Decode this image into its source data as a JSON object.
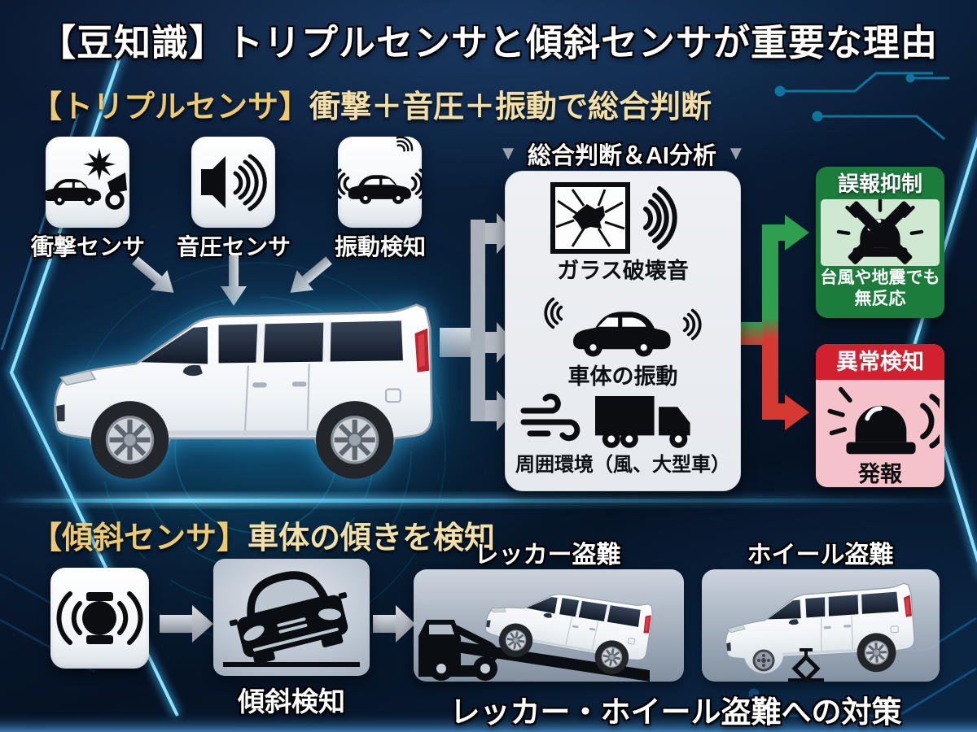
{
  "title": "【豆知識】トリプルセンサと傾斜センサが重要な理由",
  "triangle_glyph": "▼",
  "triple_sensor": {
    "heading_bracket": "【トリプルセンサ】",
    "heading_rest": "衝撃＋音圧＋振動で総合判断",
    "sensors": [
      {
        "label": "衝撃センサ",
        "icon": "car-crash-icon"
      },
      {
        "label": "音圧センサ",
        "icon": "speaker-sound-icon"
      },
      {
        "label": "振動検知",
        "icon": "car-vibration-icon"
      }
    ],
    "analysis": {
      "header": "総合判断＆AI分析",
      "items": [
        {
          "label": "ガラス破壊音",
          "icon": "glass-break-icon"
        },
        {
          "label": "車体の振動",
          "icon": "car-vibration-icon"
        },
        {
          "label": "周囲環境（風、大型車）",
          "icon": "wind-truck-icon"
        }
      ]
    },
    "outcomes": {
      "suppress": {
        "title": "誤報抑制",
        "body": "台風や地震でも無反応",
        "icon": "no-alarm-icon",
        "color": "#1c7c3c"
      },
      "detect": {
        "title": "異常検知",
        "body": "発報",
        "icon": "siren-icon",
        "color": "#d2202e"
      }
    }
  },
  "tilt_sensor": {
    "heading_bracket": "【傾斜センサ】",
    "heading_rest": "車体の傾きを検知",
    "sensor_icon": "tilt-sensor-icon",
    "detection_label": "傾斜検知",
    "threats": [
      {
        "label": "レッカー盗難",
        "icon": "tow-truck-theft-illustration"
      },
      {
        "label": "ホイール盗難",
        "icon": "wheel-theft-illustration"
      }
    ],
    "caption": "レッカー・ホイール盗難への対策"
  },
  "colors": {
    "background": "#081527",
    "accent_gold": "#eecd7f",
    "neon_blue": "#45c8ff",
    "panel_gray": "#e9ecf0",
    "arrow_gray": "#b6bcc4",
    "suppress_green_dark": "#1c7c3c",
    "suppress_green_light": "#cfe8d2",
    "detect_red": "#d2202e",
    "detect_pink": "#f4c2c8"
  }
}
